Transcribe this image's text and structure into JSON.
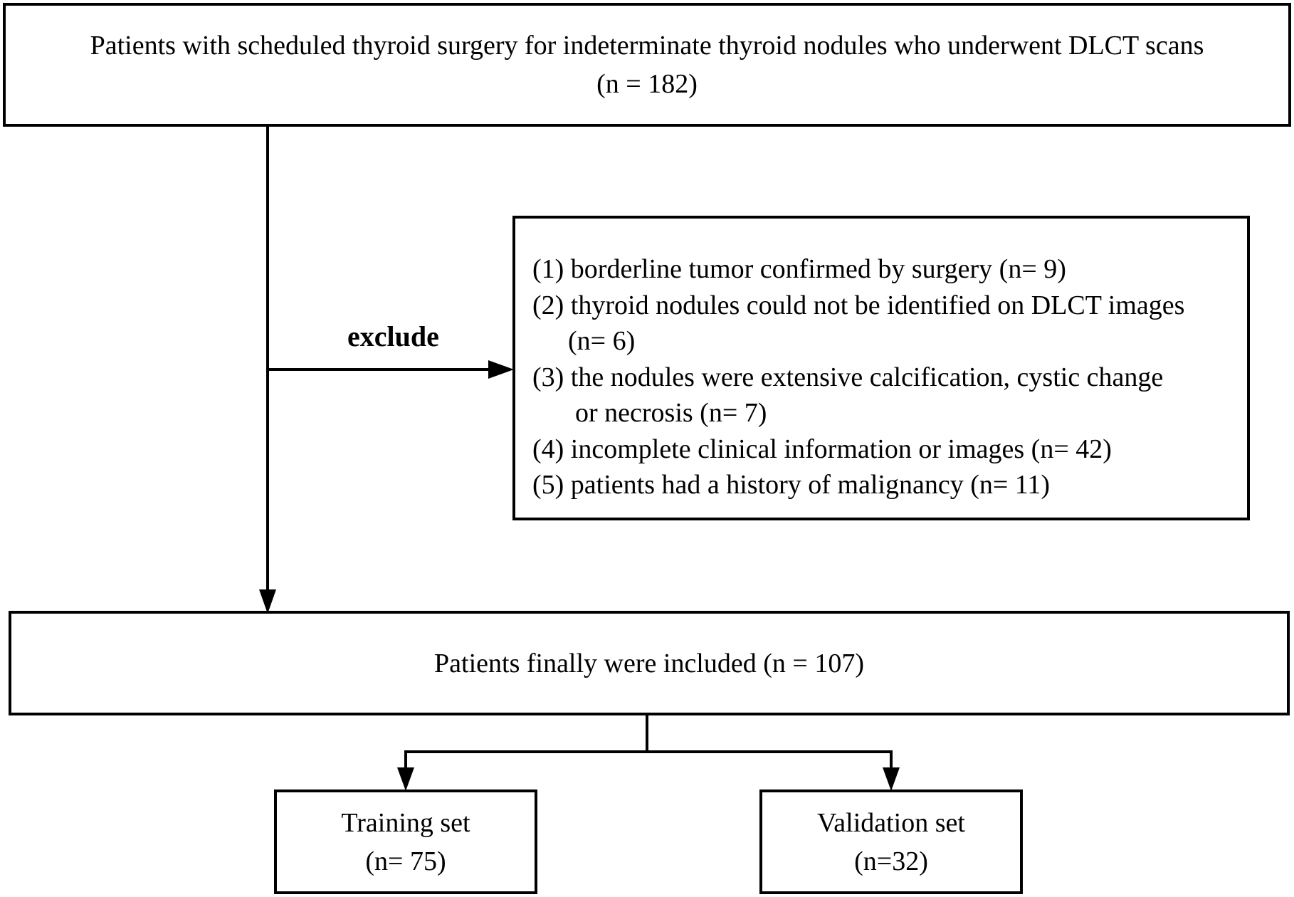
{
  "top_box": {
    "line1": "Patients with scheduled thyroid surgery for indeterminate thyroid nodules who underwent DLCT scans",
    "line2": "(n = 182)"
  },
  "exclude_label": "exclude",
  "exclusion_criteria": [
    {
      "main": "(1) borderline tumor confirmed by surgery (n= 9)",
      "cont": ""
    },
    {
      "main": "(2) thyroid nodules could not be identified on DLCT images",
      "cont": "(n= 6)"
    },
    {
      "main": "(3) the nodules were extensive calcification, cystic change",
      "cont": "or  necrosis (n= 7)"
    },
    {
      "main": "(4) incomplete clinical information or images (n= 42)",
      "cont": ""
    },
    {
      "main": "(5) patients had a history of malignancy (n= 11)",
      "cont": ""
    }
  ],
  "included_box": {
    "text": "Patients finally were included (n = 107)"
  },
  "training_box": {
    "line1": "Training set",
    "line2": "(n= 75)"
  },
  "validation_box": {
    "line1": "Validation set",
    "line2": "(n=32)"
  },
  "colors": {
    "stroke": "#000000",
    "background": "#ffffff"
  }
}
